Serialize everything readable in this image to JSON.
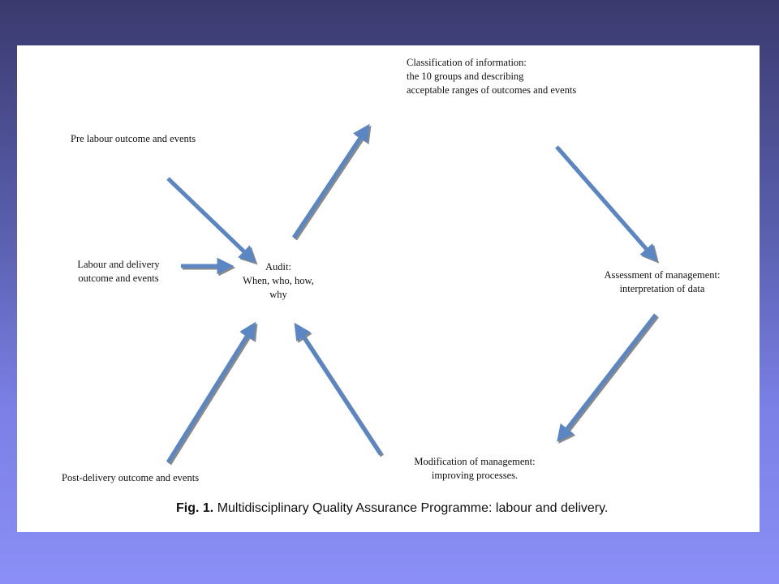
{
  "diagram": {
    "center_label": "Audit:\nWhen, who, how,\nwhy",
    "inputs": {
      "pre_labour": "Pre labour outcome and events",
      "labour_delivery": "Labour  and delivery\noutcome and events",
      "post_delivery": "Post-delivery outcome and events"
    },
    "cycle": {
      "classification": "Classification of information:\n the 10 groups and describing\n  acceptable ranges of outcomes and events",
      "assessment": "Assessment of management:\ninterpretation of data",
      "modification": "Modification of management:\nimproving processes."
    },
    "arrow_color": "#5b86c4",
    "arrow_shadow_color": "#8a8a8a"
  },
  "caption": {
    "prefix": "Fig. 1.",
    "text": "Multidisciplinary Quality Assurance Programme: labour and delivery."
  },
  "colors": {
    "panel": "#ffffff",
    "background_top": "#3a3a6e",
    "background_bottom": "#8a8ff6"
  }
}
